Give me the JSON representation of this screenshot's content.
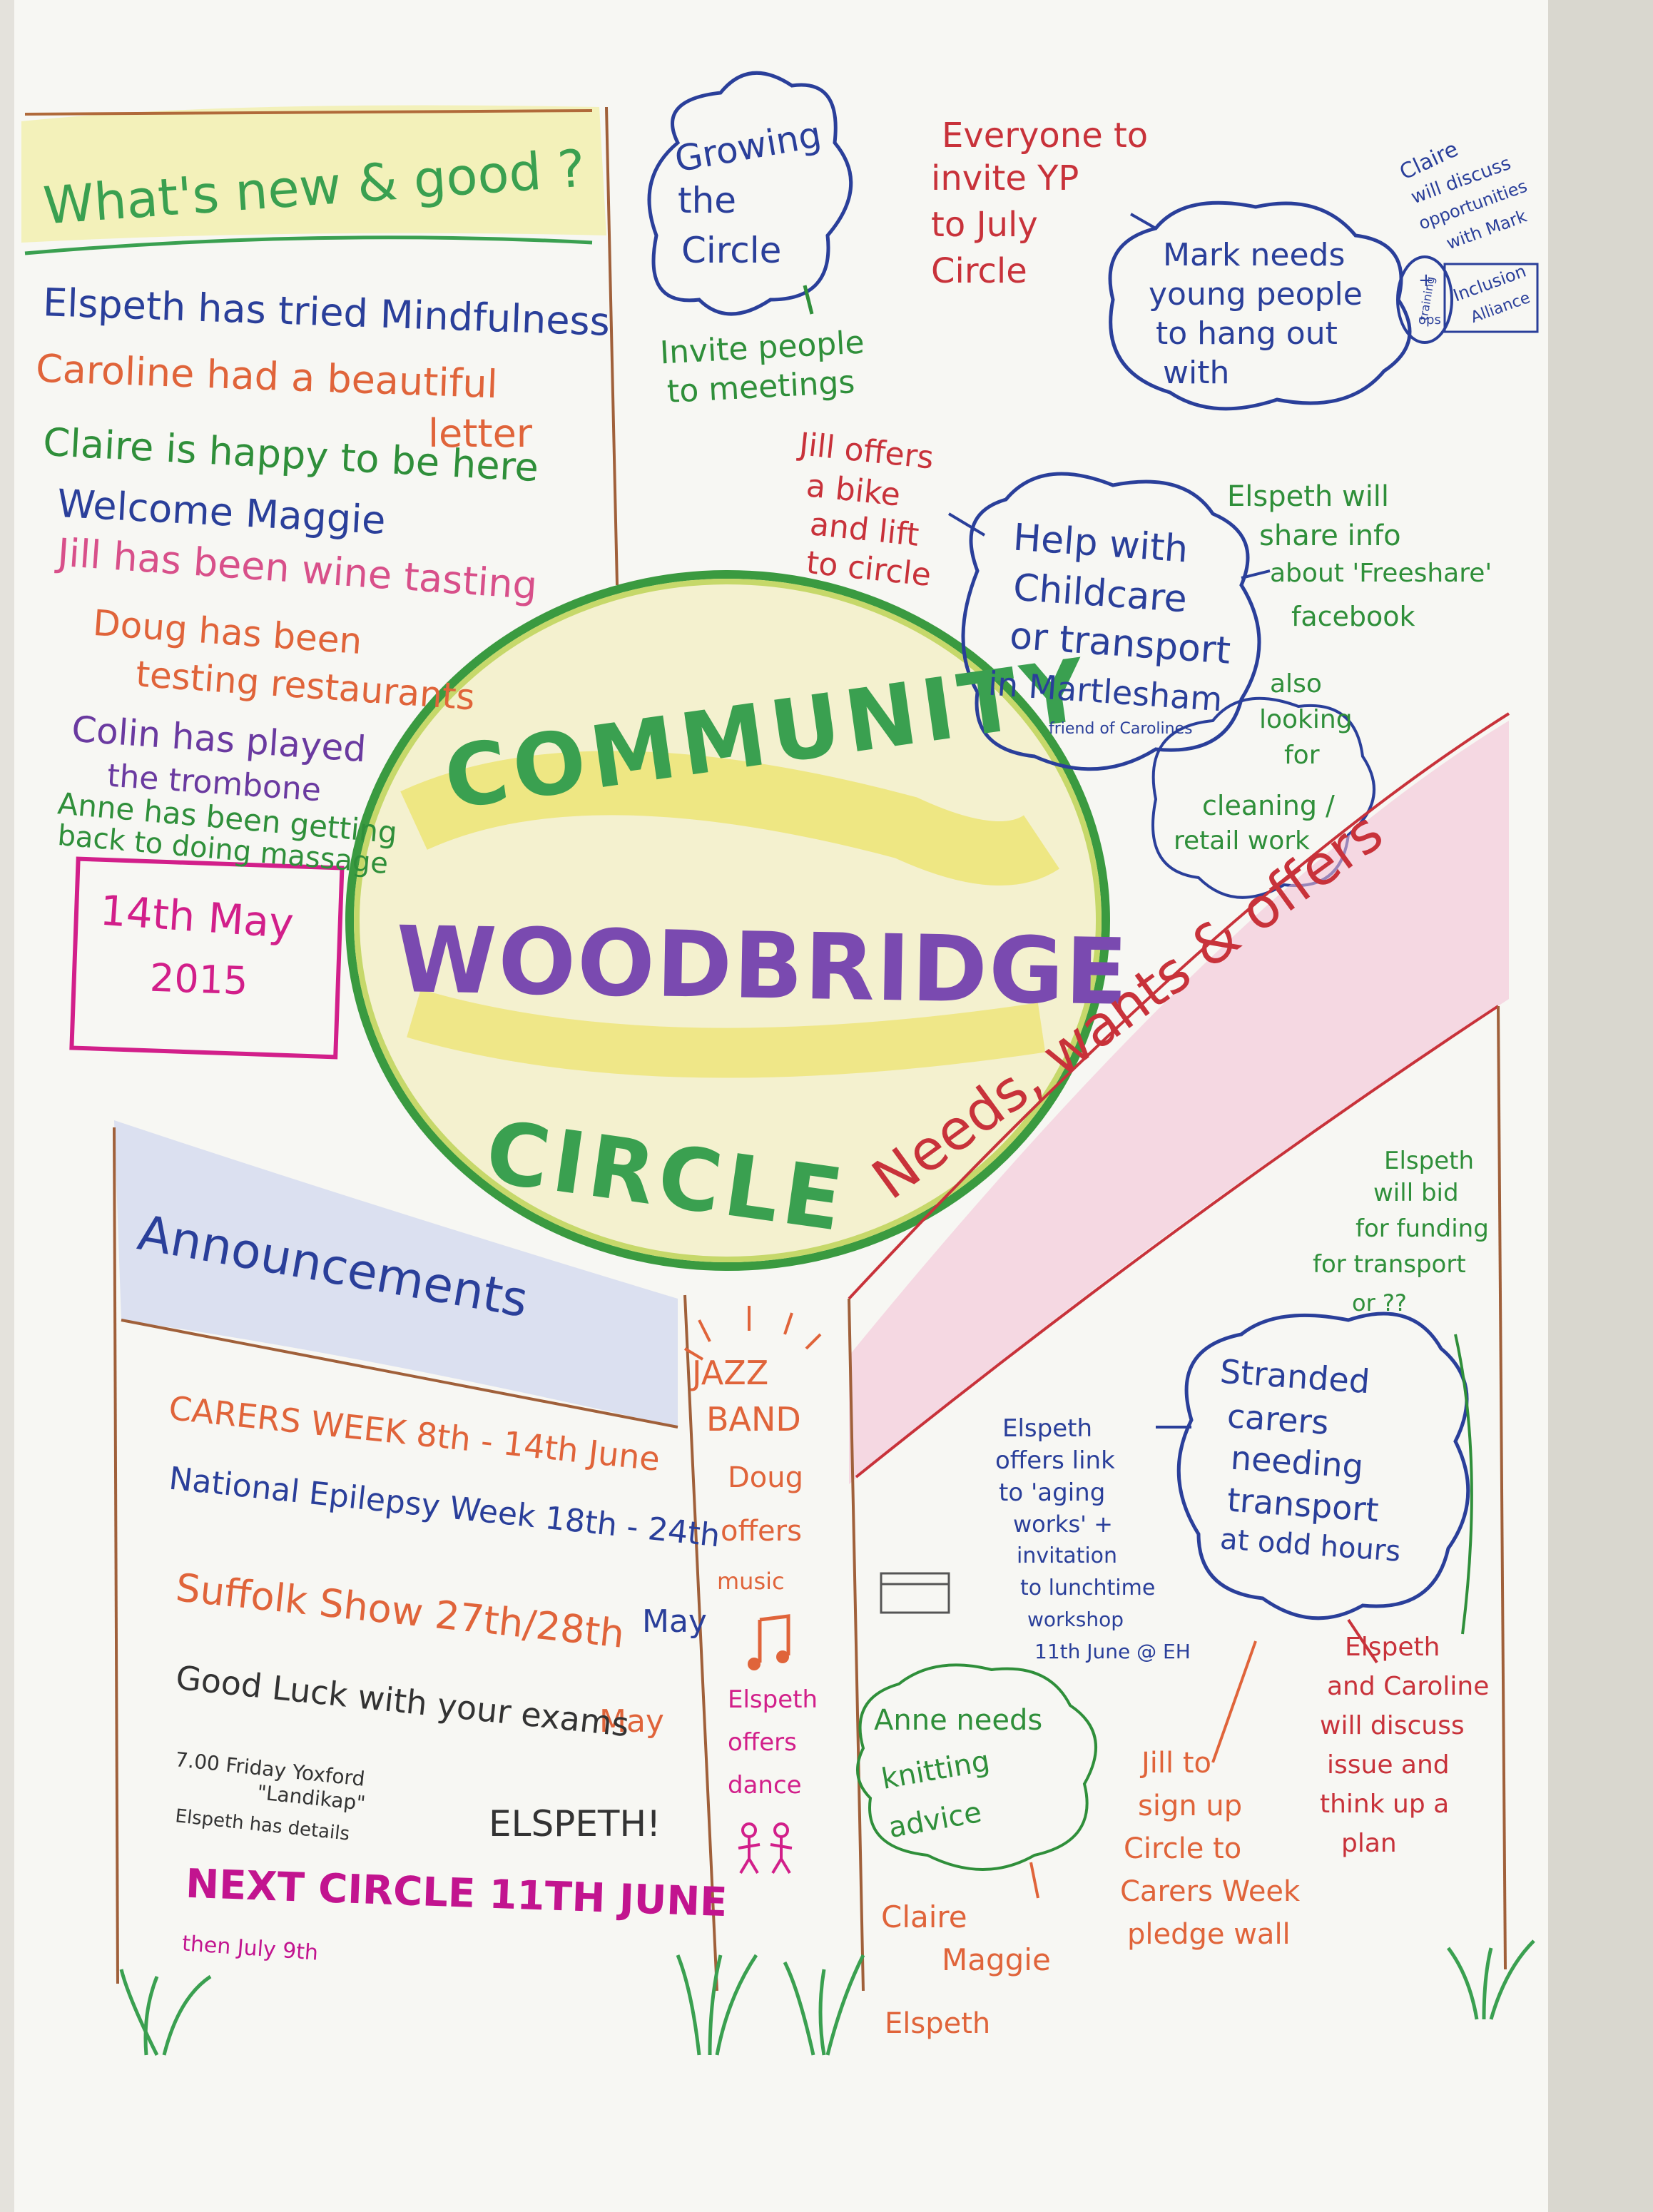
{
  "poster": {
    "title_line1": "COMMUNITY",
    "title_line2": "WOODBRIDGE",
    "title_line3": "CIRCLE",
    "date_day": "14th May",
    "date_year": "2015"
  },
  "whats_new": {
    "heading": "What's new & good ?",
    "items": [
      "Elspeth has tried Mindfulness",
      "Caroline had a beautiful",
      "letter",
      "Claire is happy to be here",
      "Welcome Maggie",
      "Jill has been wine tasting",
      "Doug has been",
      "testing restaurants",
      "Colin has played",
      "the trombone",
      "Anne has been getting",
      "back to doing massage"
    ]
  },
  "growing": {
    "cloud": [
      "Growing",
      "the",
      "Circle"
    ],
    "invite": [
      "Invite people",
      "to meetings"
    ]
  },
  "young_people": {
    "everyone": [
      "Everyone to",
      "invite YP",
      "to July",
      "Circle"
    ],
    "cloud": [
      "Mark needs",
      "young people",
      "to hang out",
      "with"
    ],
    "claire": [
      "Claire",
      "will discuss",
      "opportunities",
      "with Mark"
    ],
    "plus": [
      "+",
      "training",
      "ops"
    ],
    "inclusion": [
      "Inclusion",
      "Alliance"
    ]
  },
  "childcare": {
    "jill": [
      "Jill offers",
      "a bike",
      "and lift",
      "to circle"
    ],
    "cloud": [
      "Help with",
      "Childcare",
      "or transport",
      "in Martlesham"
    ],
    "friend": "friend of Carolines",
    "elspeth": [
      "Elspeth will",
      "share info",
      "about 'Freeshare'",
      "facebook"
    ],
    "looking": [
      "also",
      "looking",
      "for",
      "cleaning /",
      "retail work"
    ]
  },
  "announcements": {
    "heading": "Announcements",
    "carers": "CARERS WEEK  8th - 14th June",
    "epilepsy": "National Epilepsy Week 18th - 24th",
    "epilepsy_month": "May",
    "suffolk": "Suffolk Show 27th/28th",
    "suffolk_month": "May",
    "goodluck": "Good Luck with your exams",
    "elspeth_sign": "ELSPETH!",
    "small1": "7.00 Friday Yoxford",
    "small2": "\"Landikap\"",
    "small3": "Elspeth has details",
    "next_circle": "NEXT CIRCLE   11TH JUNE",
    "then": "then July 9th"
  },
  "jazz": {
    "band1": "JAZZ",
    "band2": "BAND",
    "doug": [
      "Doug",
      "offers",
      "music"
    ],
    "elspeth_dance": [
      "Elspeth",
      "offers",
      "dance"
    ]
  },
  "needs": {
    "heading": "Needs, wants & offers",
    "elspeth_funding": [
      "Elspeth",
      "will bid",
      "for funding",
      "for transport",
      "or ??"
    ],
    "stranded_cloud": [
      "Stranded",
      "carers",
      "needing",
      "transport",
      "at odd hours"
    ],
    "elspeth_link": [
      "Elspeth",
      "offers link",
      "to 'aging",
      "works' +",
      "invitation",
      "to lunchtime",
      "workshop",
      "11th June @ EH"
    ],
    "anne_cloud": [
      "Anne needs",
      "knitting",
      "advice"
    ],
    "anne_helpers": [
      "Claire",
      "Maggie",
      "Elspeth"
    ],
    "jill_signup": [
      "Jill to",
      "sign up",
      "Circle to",
      "Carers Week",
      "pledge wall"
    ],
    "elspeth_caroline": [
      "Elspeth",
      "and Caroline",
      "will discuss",
      "issue and",
      "think up a",
      "plan"
    ]
  },
  "colors": {
    "green": "#2f8f3a",
    "purple": "#6a3aa0",
    "blue": "#2a3f9a",
    "red": "#c8323a",
    "orange": "#e0643a",
    "pink": "#d21f8a",
    "magenta": "#c2148f",
    "brown": "#a0603a",
    "yellow": "#e9e06a"
  }
}
